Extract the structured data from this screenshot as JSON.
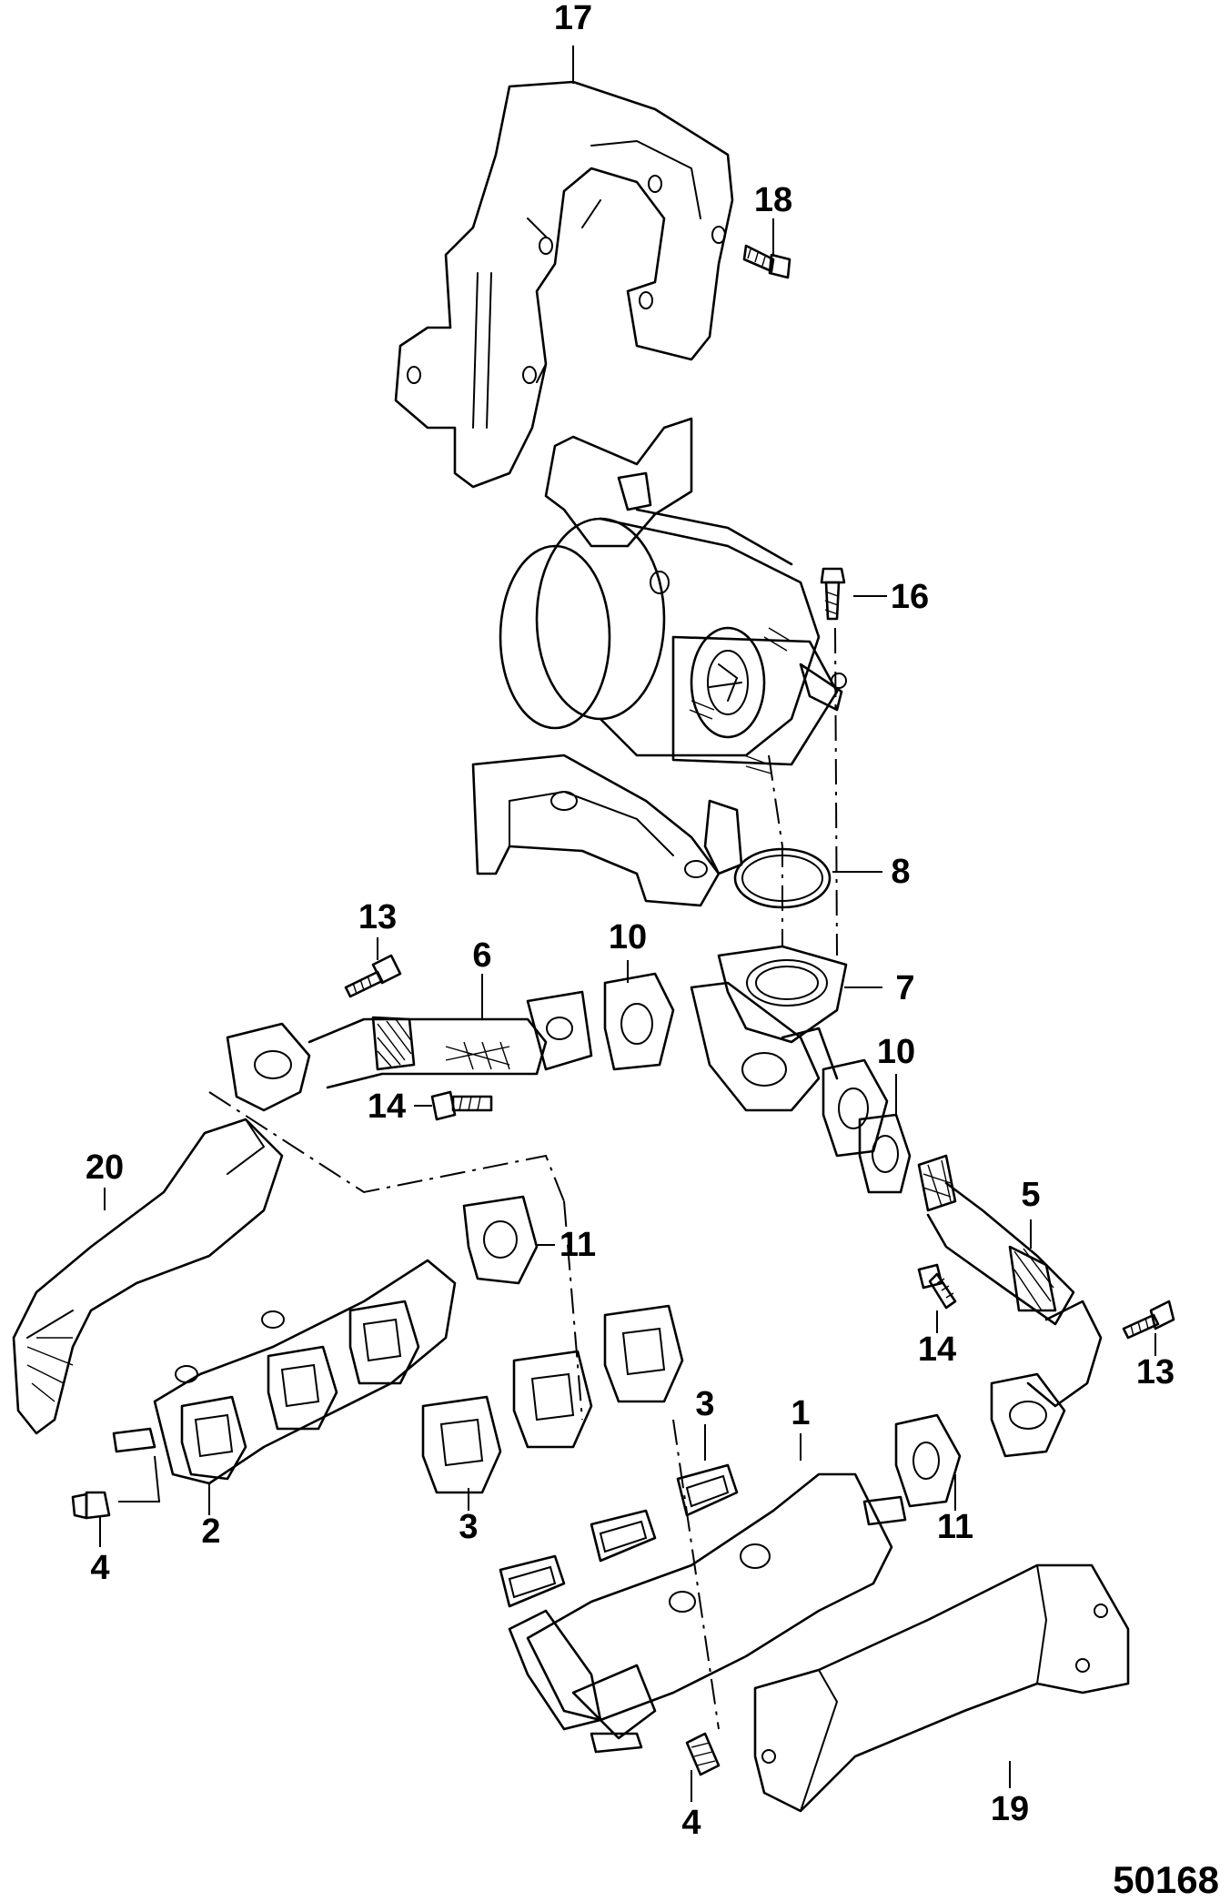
{
  "figure_number": "50168",
  "callouts": {
    "c1": "1",
    "c2": "2",
    "c3a": "3",
    "c3b": "3",
    "c4a": "4",
    "c4b": "4",
    "c5": "5",
    "c6": "6",
    "c7": "7",
    "c8": "8",
    "c10a": "10",
    "c10b": "10",
    "c11a": "11",
    "c11b": "11",
    "c13a": "13",
    "c13b": "13",
    "c14a": "14",
    "c14b": "14",
    "c16": "16",
    "c17": "17",
    "c18": "18",
    "c19": "19",
    "c20": "20"
  },
  "parts": [
    {
      "callout": "17",
      "icon": "heat-shield-icon"
    },
    {
      "callout": "18",
      "icon": "bolt-icon"
    },
    {
      "callout": "16",
      "icon": "bolt-icon"
    },
    {
      "callout": "8",
      "icon": "gasket-ring-icon"
    },
    {
      "callout": "7",
      "icon": "flange-icon"
    },
    {
      "callout": "6",
      "icon": "flex-pipe-icon"
    },
    {
      "callout": "5",
      "icon": "flex-pipe-icon"
    },
    {
      "callout": "10",
      "icon": "gasket-icon"
    },
    {
      "callout": "11",
      "icon": "gasket-icon"
    },
    {
      "callout": "13",
      "icon": "bolt-icon"
    },
    {
      "callout": "14",
      "icon": "bolt-icon"
    },
    {
      "callout": "20",
      "icon": "heat-shield-icon"
    },
    {
      "callout": "19",
      "icon": "heat-shield-icon"
    },
    {
      "callout": "2",
      "icon": "exhaust-manifold-icon"
    },
    {
      "callout": "1",
      "icon": "exhaust-manifold-icon"
    },
    {
      "callout": "3",
      "icon": "gasket-icon"
    },
    {
      "callout": "4",
      "icon": "plug-icon"
    }
  ]
}
